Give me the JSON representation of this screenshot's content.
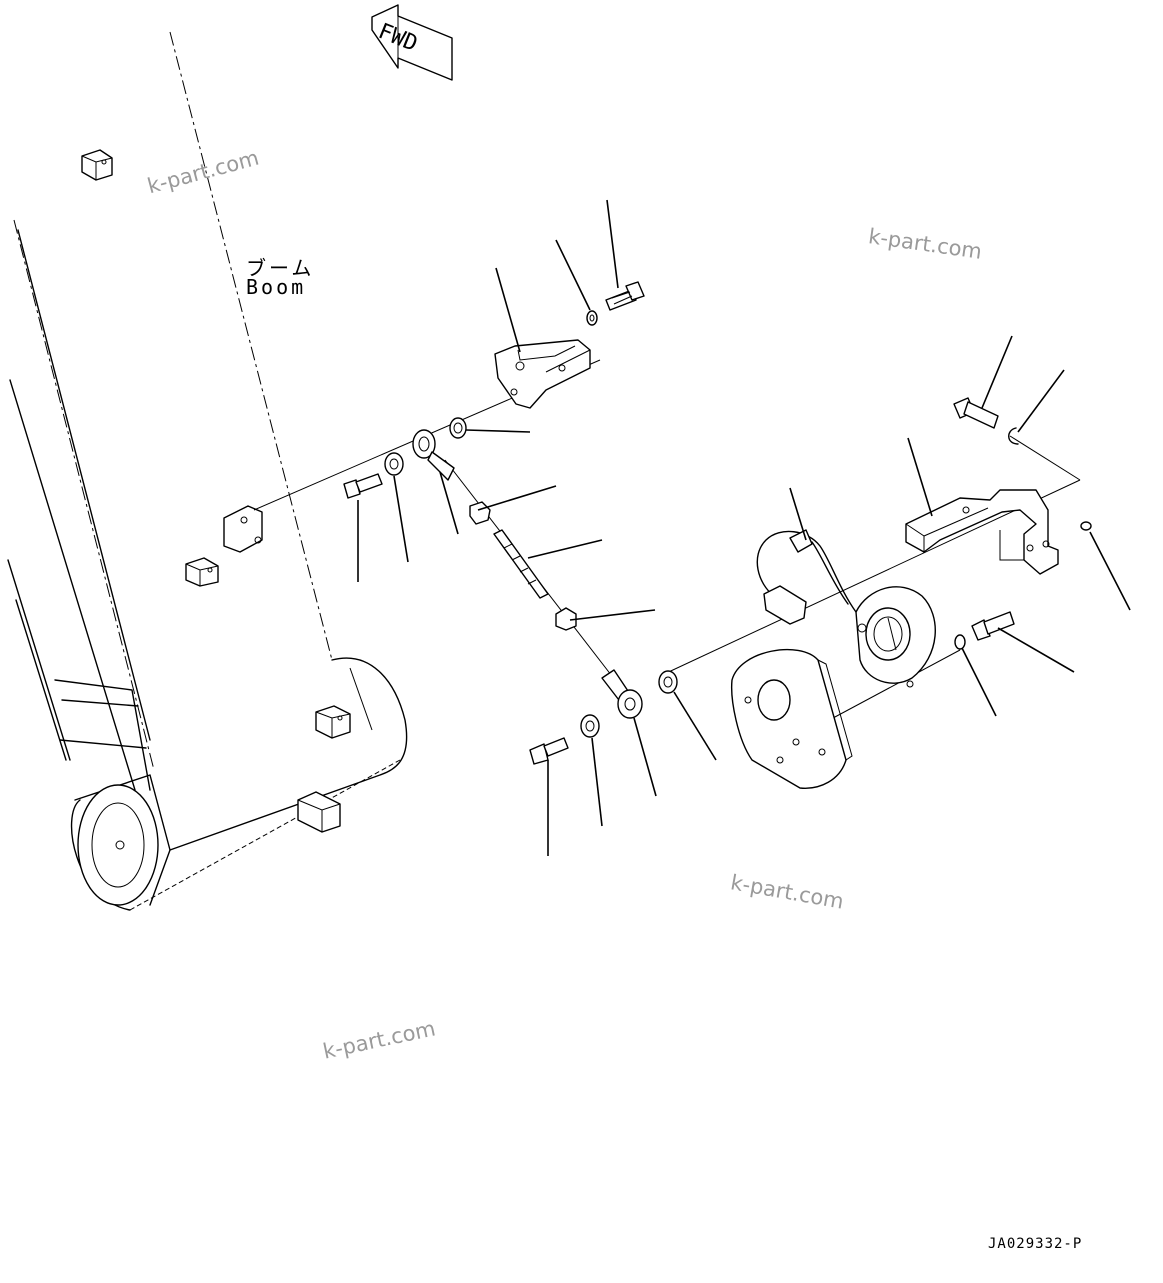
{
  "labels": {
    "fwd": "FWD",
    "boom_jp": "ブーム",
    "boom_en": "Boom",
    "drawing_code": "JA029332-P"
  },
  "watermarks": [
    "k-part.com",
    "k-part.com",
    "k-part.com",
    "k-part.com"
  ]
}
